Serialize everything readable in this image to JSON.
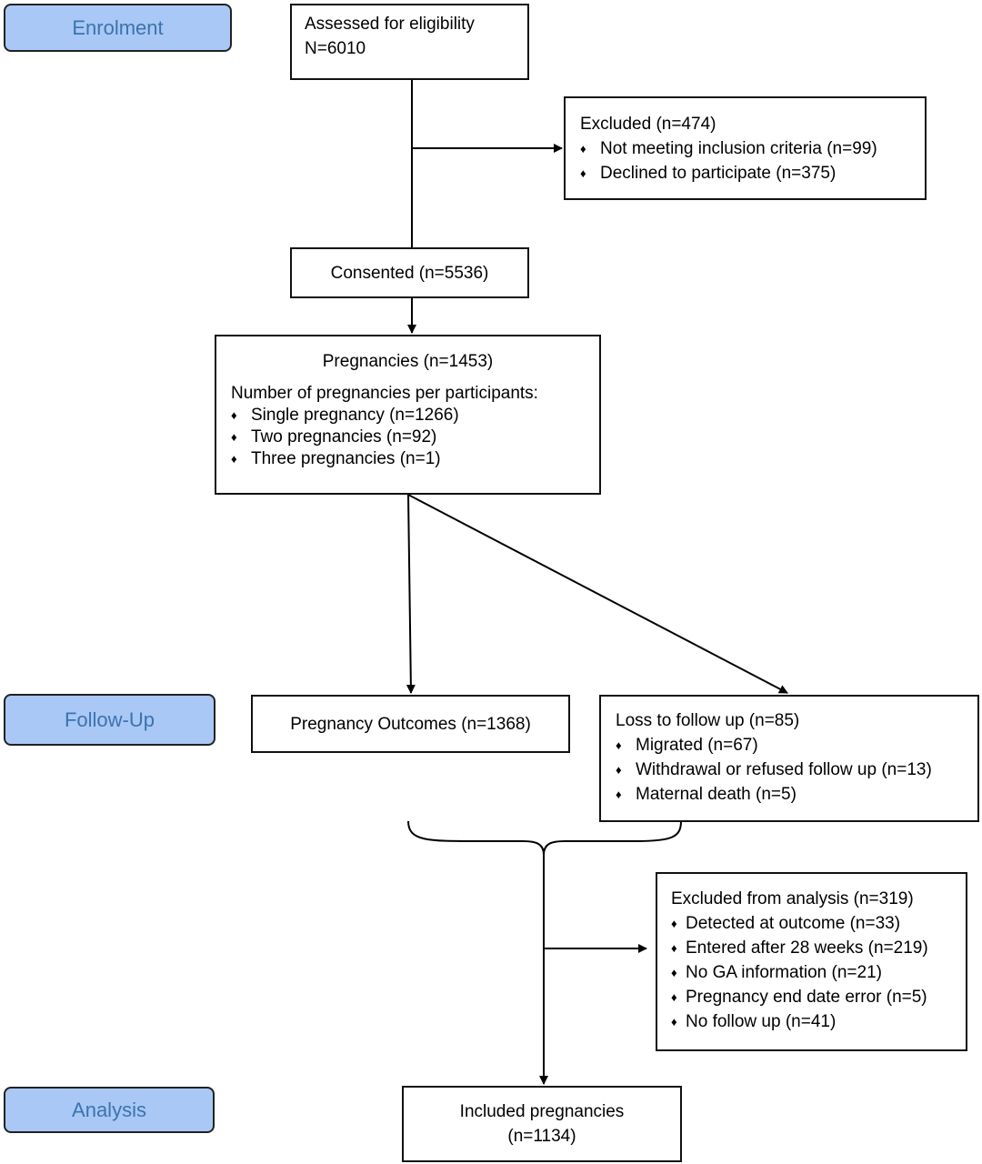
{
  "stages": {
    "enrolment": "Enrolment",
    "follow_up": "Follow-Up",
    "analysis": "Analysis"
  },
  "bullet_glyph": "♦",
  "boxes": {
    "assessed": {
      "line1": "Assessed for eligibility",
      "line2": "N=6010"
    },
    "excluded": {
      "title": "Excluded (n=474)",
      "items": [
        "Not meeting inclusion criteria (n=99)",
        "Declined to participate (n=375)"
      ]
    },
    "consented": {
      "label": "Consented (n=5536)"
    },
    "pregnancies": {
      "title": "Pregnancies (n=1453)",
      "subtitle": "Number of pregnancies per participants:",
      "items": [
        "Single pregnancy (n=1266)",
        "Two pregnancies (n=92)",
        "Three pregnancies (n=1)"
      ]
    },
    "outcomes": {
      "label": "Pregnancy Outcomes (n=1368)"
    },
    "loss": {
      "title": "Loss to follow up (n=85)",
      "items": [
        "Migrated (n=67)",
        "Withdrawal or refused follow up (n=13)",
        "Maternal death (n=5)"
      ]
    },
    "excluded_analysis": {
      "title": "Excluded from analysis (n=319)",
      "items": [
        "Detected at outcome (n=33)",
        "Entered after 28 weeks (n=219)",
        "No GA information (n=21)",
        "Pregnancy end date error (n=5)",
        "No follow up (n=41)"
      ]
    },
    "included": {
      "line1": "Included pregnancies",
      "line2": "(n=1134)"
    }
  }
}
